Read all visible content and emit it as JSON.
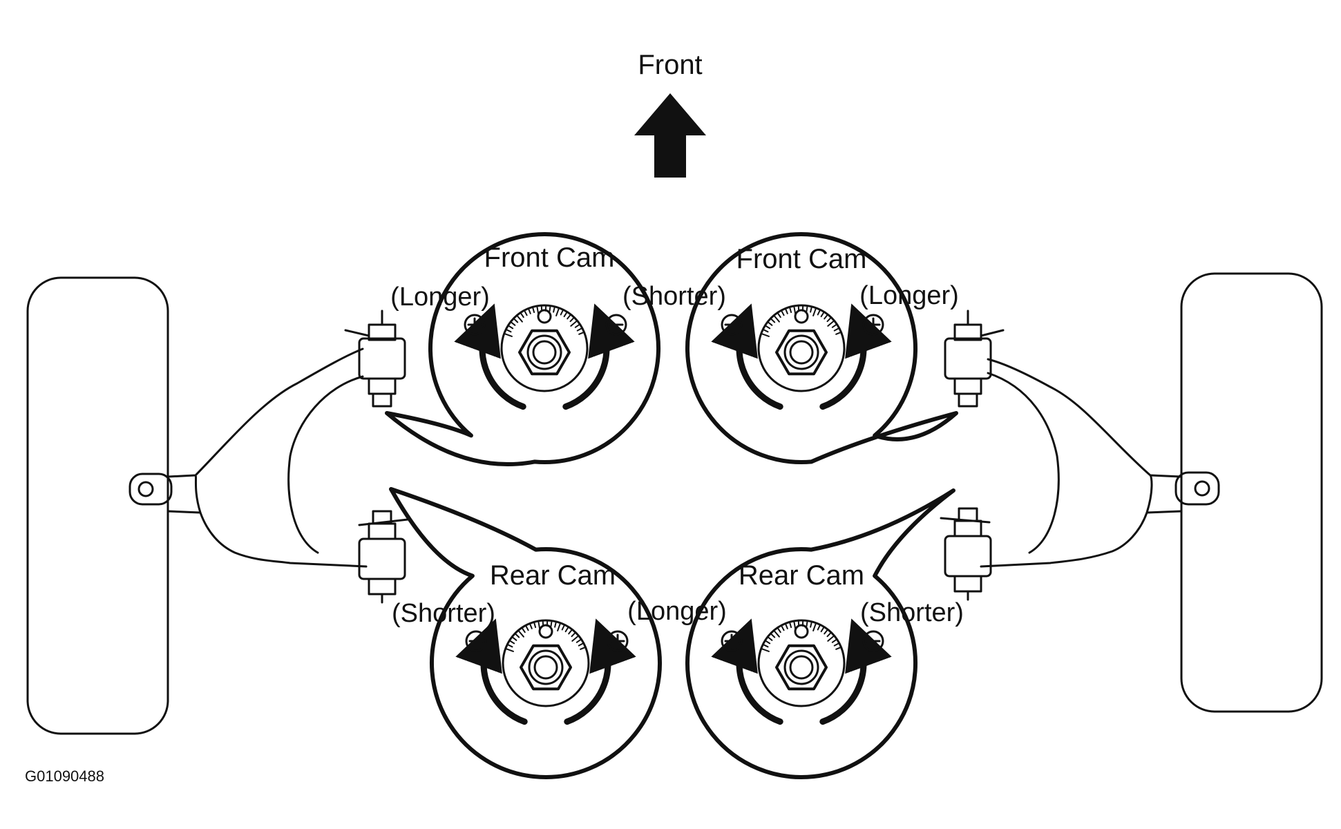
{
  "direction": {
    "label": "Front"
  },
  "cams": {
    "front_left": {
      "title": "Front Cam",
      "left_label": "(Longer)",
      "right_label": "(Shorter)"
    },
    "front_right": {
      "title": "Front Cam",
      "left_label": "(Shorter)",
      "right_label": "(Longer)"
    },
    "rear_left": {
      "title": "Rear Cam",
      "left_label": "(Shorter)",
      "right_label": "(Longer)"
    },
    "rear_right": {
      "title": "Rear Cam",
      "left_label": "(Longer)",
      "right_label": "(Shorter)"
    }
  },
  "figure_id": "G01090488",
  "icons": {
    "plus": "circled-plus-icon",
    "minus": "circled-minus-icon",
    "direction_arrow": "up-arrow-icon"
  }
}
